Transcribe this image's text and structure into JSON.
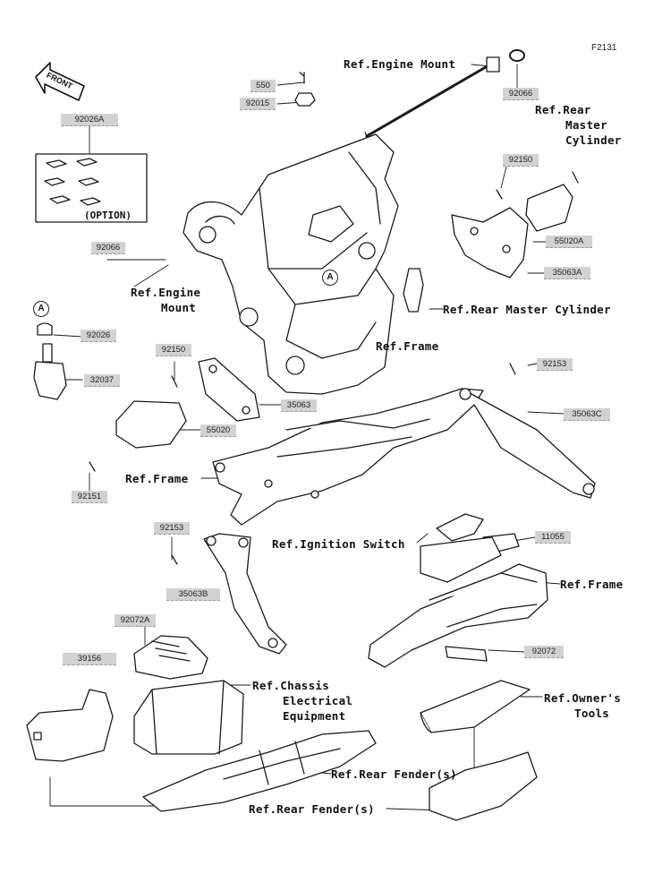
{
  "diagram_code": "F2131",
  "front_marker": "FRONT",
  "option_label": "(OPTION)",
  "ref_marker": "A",
  "part_numbers": {
    "p550": "550",
    "p92015": "92015",
    "p92066_top": "92066",
    "p92026A": "92026A",
    "p92066_left": "92066",
    "p92026": "92026",
    "p32037": "32037",
    "p92150_left": "92150",
    "p92150_right": "92150",
    "p55020A": "55020A",
    "p35063A": "35063A",
    "p35063": "35063",
    "p55020": "55020",
    "p92151": "92151",
    "p92153_right": "92153",
    "p35063C": "35063C",
    "p92153_left": "92153",
    "p11055": "11055",
    "p35063B": "35063B",
    "p92072A": "92072A",
    "p92072": "92072",
    "p39156": "39156"
  },
  "references": {
    "engine_mount_top": "Ref.Engine Mount",
    "rear_master_cyl_top": [
      "Ref.Rear",
      "Master",
      "Cylinder"
    ],
    "engine_mount_left": [
      "Ref.Engine",
      "Mount"
    ],
    "rear_master_cyl_mid": "Ref.Rear Master Cylinder",
    "frame_center": "Ref.Frame",
    "frame_left": "Ref.Frame",
    "ignition_switch": "Ref.Ignition Switch",
    "frame_right": "Ref.Frame",
    "chassis_electrical": [
      "Ref.Chassis",
      "Electrical",
      "Equipment"
    ],
    "owners_tools": [
      "Ref.Owner's",
      "Tools"
    ],
    "rear_fender_mid": "Ref.Rear Fender(s)",
    "rear_fender_bottom": "Ref.Rear Fender(s)"
  }
}
